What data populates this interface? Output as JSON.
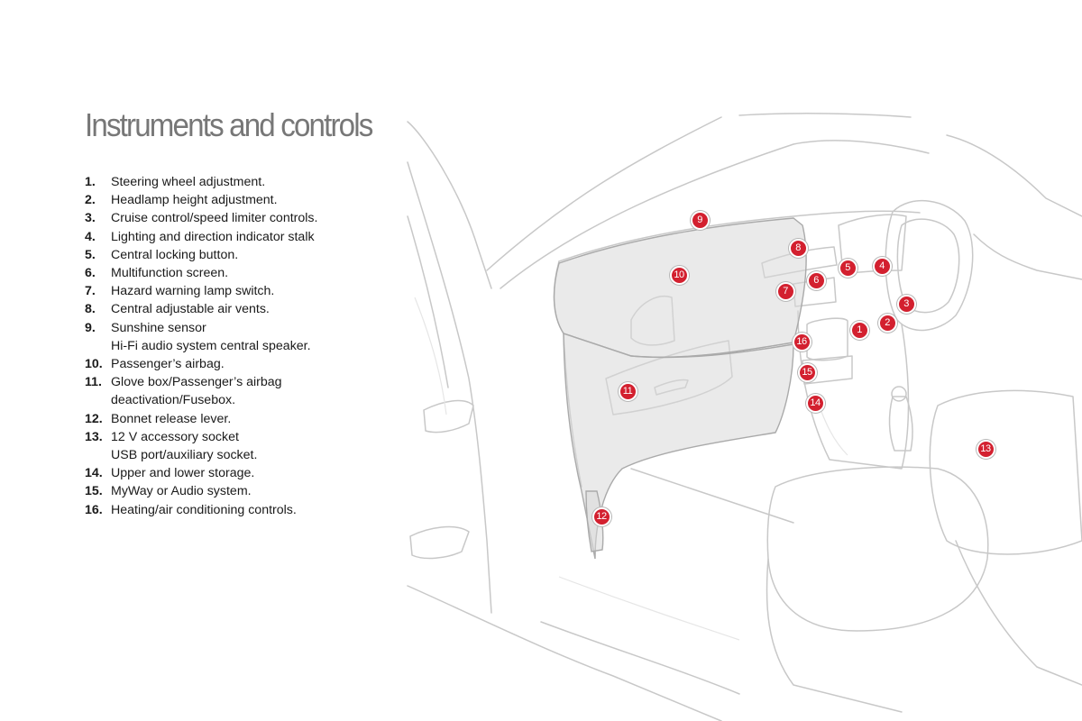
{
  "page": {
    "title": "Instruments and controls"
  },
  "legend": {
    "items": [
      {
        "num": "1.",
        "lines": [
          "Steering wheel adjustment."
        ]
      },
      {
        "num": "2.",
        "lines": [
          "Headlamp height adjustment."
        ]
      },
      {
        "num": "3.",
        "lines": [
          "Cruise control/speed limiter controls."
        ]
      },
      {
        "num": "4.",
        "lines": [
          "Lighting and direction indicator stalk"
        ]
      },
      {
        "num": "5.",
        "lines": [
          "Central locking button."
        ]
      },
      {
        "num": "6.",
        "lines": [
          "Multifunction screen."
        ]
      },
      {
        "num": "7.",
        "lines": [
          "Hazard warning lamp switch."
        ]
      },
      {
        "num": "8.",
        "lines": [
          "Central adjustable air vents."
        ]
      },
      {
        "num": "9.",
        "lines": [
          "Sunshine sensor",
          "Hi-Fi audio system central speaker."
        ]
      },
      {
        "num": "10.",
        "lines": [
          "Passenger’s airbag."
        ]
      },
      {
        "num": "11.",
        "lines": [
          "Glove box/Passenger’s airbag",
          "deactivation/Fusebox."
        ]
      },
      {
        "num": "12.",
        "lines": [
          "Bonnet release lever."
        ]
      },
      {
        "num": "13.",
        "lines": [
          "12 V accessory socket",
          "USB port/auxiliary socket."
        ]
      },
      {
        "num": "14.",
        "lines": [
          "Upper and lower storage."
        ]
      },
      {
        "num": "15.",
        "lines": [
          "MyWay or Audio system."
        ]
      },
      {
        "num": "16.",
        "lines": [
          "Heating/air conditioning controls."
        ]
      }
    ]
  },
  "figure": {
    "callouts": [
      "1",
      "2",
      "3",
      "4",
      "5",
      "6",
      "7",
      "8",
      "9",
      "10",
      "11",
      "12",
      "13",
      "14",
      "15",
      "16"
    ],
    "colors": {
      "callout": "#d3202f",
      "line": "#c8c8c8",
      "dash": "#e6e6e6"
    }
  }
}
